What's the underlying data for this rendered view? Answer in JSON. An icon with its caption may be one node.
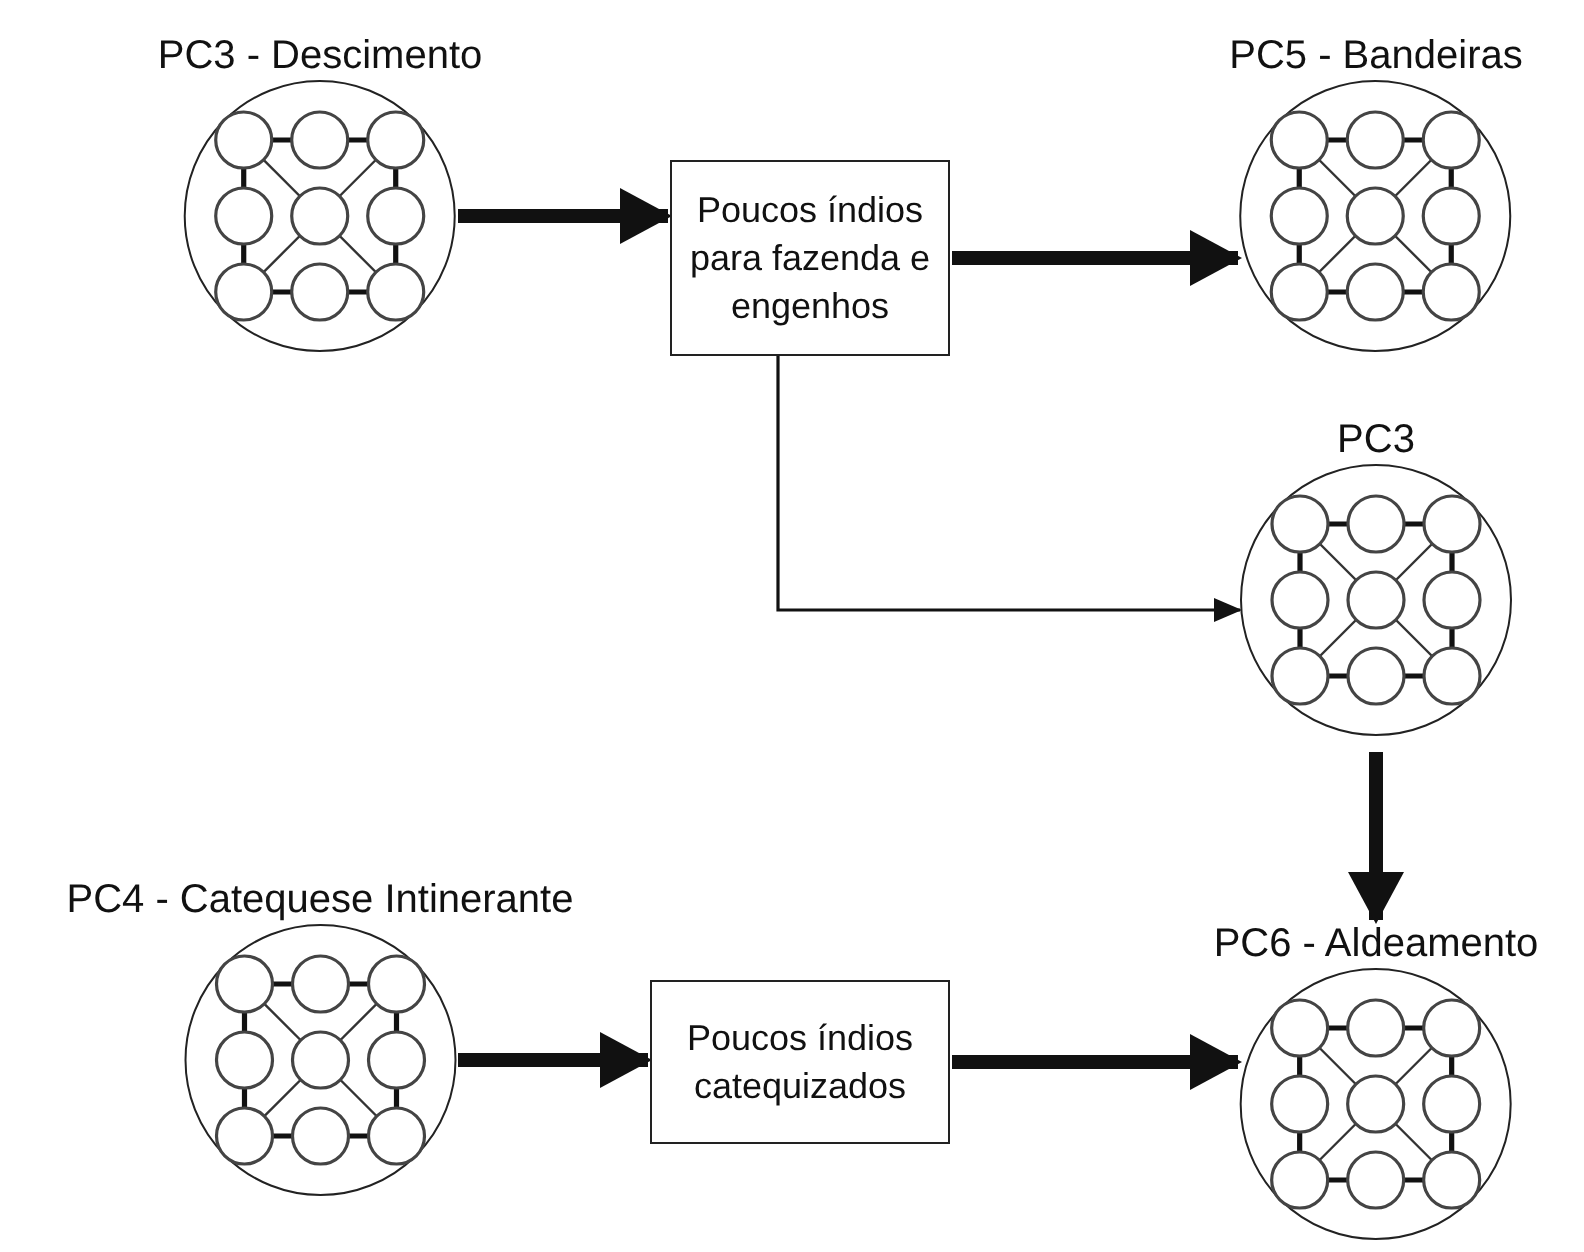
{
  "diagram": {
    "nodes": [
      {
        "text": [
          "PC3 - Descimento"
        ]
      },
      {
        "text": [
          "Poucos índios para fazenda e engenhos"
        ]
      },
      {
        "text": [
          "PC5 - Bandeiras"
        ]
      },
      {
        "text": [
          "PC3"
        ]
      },
      {
        "text": [
          "PC4 - Catequese Intinerante"
        ]
      },
      {
        "text": [
          "Poucos índios catequizados"
        ]
      },
      {
        "text": [
          "PC6 - Aldeamento"
        ]
      }
    ],
    "edges": [
      {
        "from": 0,
        "to": 1,
        "arrow": "to"
      },
      {
        "from": 1,
        "to": 2,
        "arrow": "to"
      },
      {
        "from": 1,
        "to": 3,
        "arrow": "to"
      },
      {
        "from": 3,
        "to": 6,
        "arrow": "to"
      },
      {
        "from": 4,
        "to": 5,
        "arrow": "to"
      },
      {
        "from": 5,
        "to": 6,
        "arrow": "to"
      }
    ]
  }
}
